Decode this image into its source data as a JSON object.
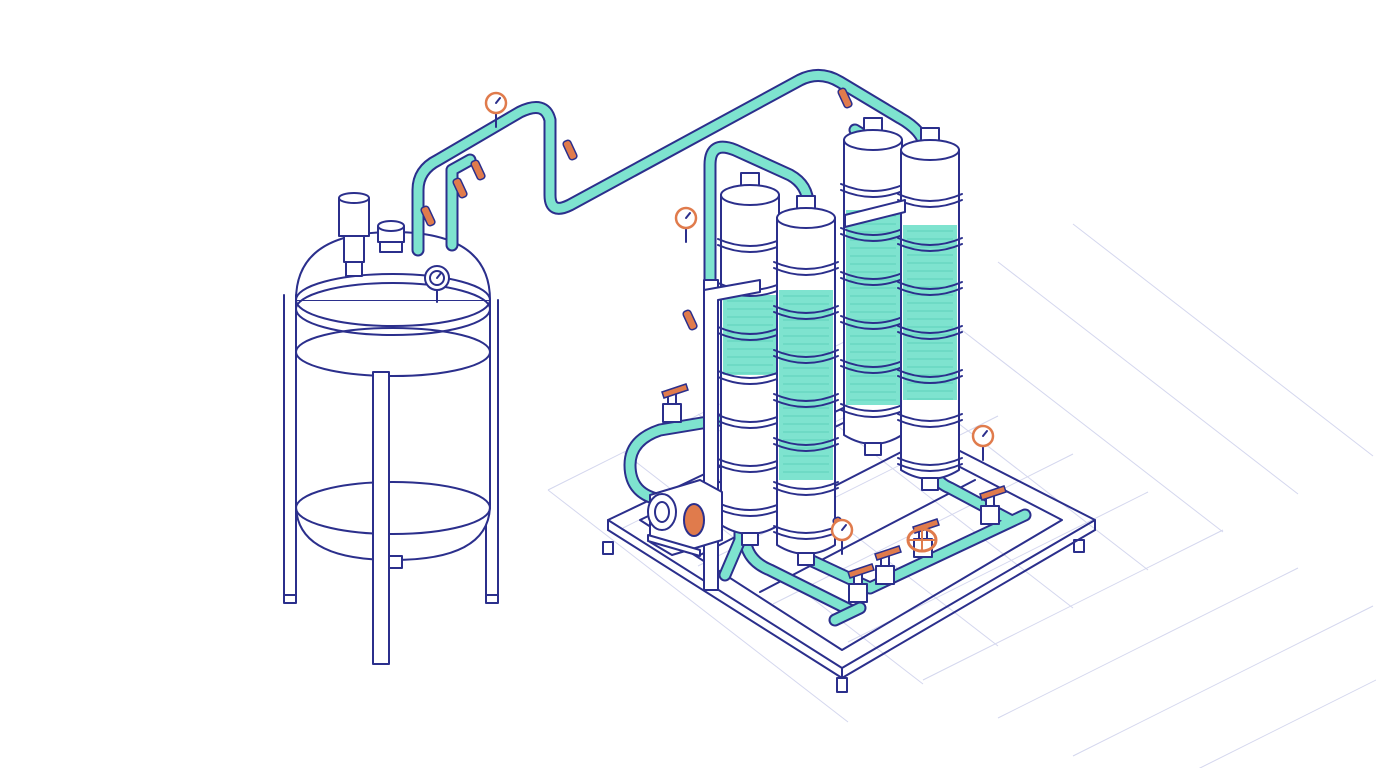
{
  "colors": {
    "background": "#ffffff",
    "line": "#2b2f8c",
    "fluid": "#7ee3cf",
    "fluid_band": "#5fd2bb",
    "accent": "#e07b4c",
    "grid": "#d4d7ee"
  },
  "illustration": {
    "style": "isometric line art",
    "components": {
      "storage_tank": {
        "icon": "pressure-tank-icon",
        "legs": 4
      },
      "filter_columns": {
        "icon": "filter-column-icon",
        "count": 4
      },
      "pressure_gauges": {
        "icon": "pressure-gauge-icon"
      },
      "valves": {
        "icon": "valve-handle-icon"
      },
      "pump": {
        "icon": "pump-icon"
      },
      "skid_frame": {
        "icon": "skid-frame-icon"
      },
      "piping": {
        "icon": "pipe-icon"
      }
    }
  }
}
